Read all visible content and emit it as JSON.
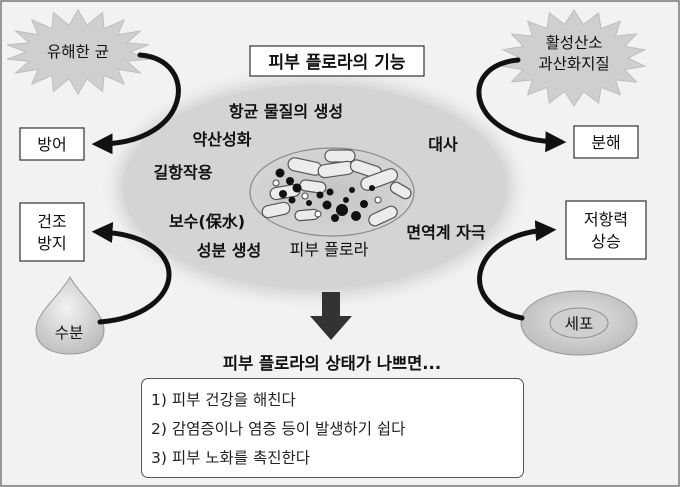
{
  "title": "피부 플로라의 기능",
  "center_label": "피부 플로라",
  "functions_left": [
    "항균 물질의 생성",
    "약산성화",
    "길항작용"
  ],
  "functions_moisture": [
    "보수(保水)",
    "성분 생성"
  ],
  "functions_right": [
    "대사",
    "면역계 자극"
  ],
  "inputs": {
    "bacteria": "유해한 균",
    "oxygen_line1": "활성산소",
    "oxygen_line2": "과산화지질",
    "water": "수분",
    "cell": "세포"
  },
  "outcomes": {
    "defense": "방어",
    "decomposition": "분해",
    "dry_line1": "건조",
    "dry_line2": "방지",
    "resist_line1": "저항력",
    "resist_line2": "상승"
  },
  "bad_state": {
    "heading": "피부 플로라의 상태가 나쁘면...",
    "items": [
      "1) 피부 건강을 해친다",
      "2) 감염증이나 염증 등이 발생하기 쉽다",
      "3) 피부 노화를 촉진한다"
    ]
  },
  "colors": {
    "background": "#f2f2f2",
    "ellipse": "#d2d2d2",
    "arrow": "#111111",
    "cell": "#c8c8c8",
    "water": "#cfcfcf"
  }
}
